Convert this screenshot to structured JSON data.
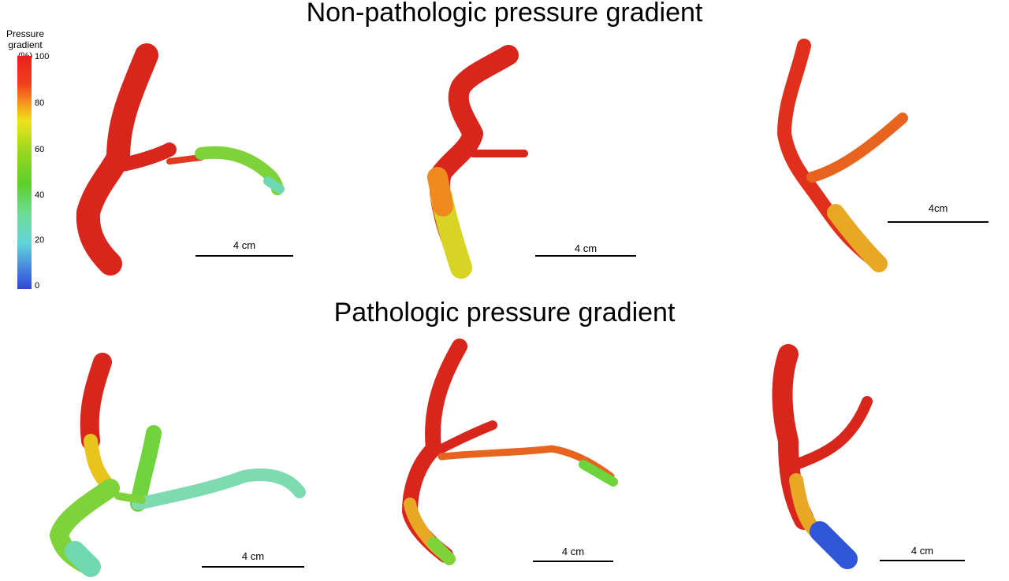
{
  "titles": {
    "top": "Non-pathologic pressure gradient",
    "bottom": "Pathologic pressure gradient"
  },
  "legend": {
    "title": "Pressure gradient (%)",
    "ticks": [
      "100",
      "80",
      "60",
      "40",
      "20",
      "0"
    ],
    "colors": [
      "#e8231a",
      "#f2571c",
      "#f7921e",
      "#f0e31c",
      "#c8e21c",
      "#6dd11e",
      "#5ed46a",
      "#63dab8",
      "#4fb5d8",
      "#2f56d6"
    ]
  },
  "scale_bars": [
    {
      "label": "4 cm"
    },
    {
      "label": "4 cm"
    },
    {
      "label": "4cm"
    },
    {
      "label": "4 cm"
    },
    {
      "label": "4 cm"
    },
    {
      "label": "4 cm"
    }
  ]
}
